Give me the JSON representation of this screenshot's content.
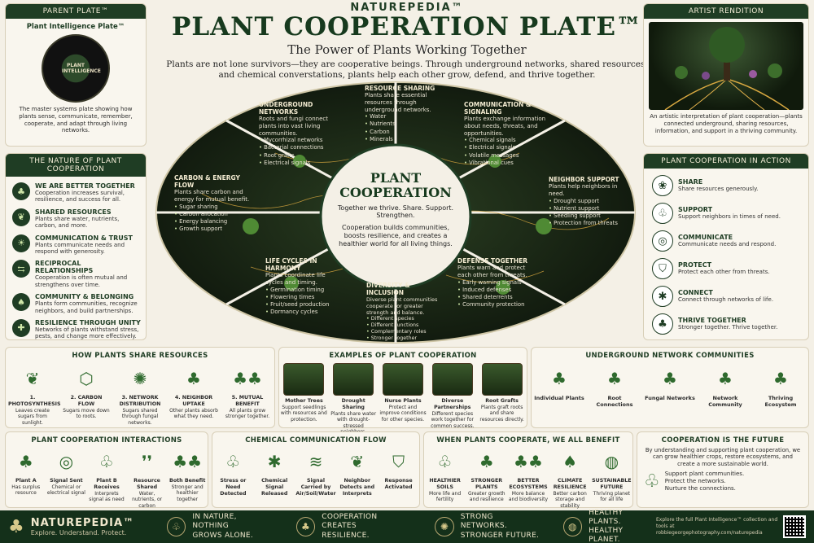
{
  "header": {
    "brand": "NATUREPEDIA™",
    "title": "PLANT COOPERATION PLATE™",
    "subtitle": "The Power of Plants Working Together",
    "intro": "Plants are not lone survivors—they are cooperative beings. Through underground networks, shared resources, and chemical converstations, plants help each other grow, defend, and thrive together."
  },
  "parent": {
    "header": "PARENT PLATE™",
    "title": "Plant Intelligence Plate™",
    "disk_label": "PLANT INTELLIGENCE",
    "desc": "The master systems plate showing how plants sense, communicate, remember, cooperate, and adapt through living networks."
  },
  "nature": {
    "header": "THE NATURE OF PLANT COOPERATION",
    "items": [
      {
        "icon": "handshake-icon",
        "glyph": "♣",
        "title": "WE ARE BETTER TOGETHER",
        "desc": "Cooperation increases survival, resilience, and success for all."
      },
      {
        "icon": "water-drop-icon",
        "glyph": "❦",
        "title": "SHARED RESOURCES",
        "desc": "Plants share water, nutrients, carbon, and more."
      },
      {
        "icon": "signal-icon",
        "glyph": "☀",
        "title": "COMMUNICATION & TRUST",
        "desc": "Plants communicate needs and respond with generosity."
      },
      {
        "icon": "exchange-icon",
        "glyph": "⇆",
        "title": "RECIPROCAL RELATIONSHIPS",
        "desc": "Cooperation is often mutual and strengthens over time."
      },
      {
        "icon": "community-icon",
        "glyph": "♠",
        "title": "COMMUNITY & BELONGING",
        "desc": "Plants form communities, recognize neighbors, and build partnerships."
      },
      {
        "icon": "shield-icon",
        "glyph": "✚",
        "title": "RESILIENCE THROUGH UNITY",
        "desc": "Networks of plants withstand stress, pests, and change more effectively."
      }
    ]
  },
  "artist": {
    "header": "ARTIST RENDITION",
    "desc": "An artistic interpretation of plant cooperation—plants connected underground, sharing resources, information, and support in a thriving community."
  },
  "action": {
    "header": "PLANT COOPERATION IN ACTION",
    "items": [
      {
        "icon": "share-icon",
        "glyph": "❀",
        "title": "SHARE",
        "desc": "Share resources generously."
      },
      {
        "icon": "support-icon",
        "glyph": "♧",
        "title": "SUPPORT",
        "desc": "Support neighbors in times of need."
      },
      {
        "icon": "communicate-icon",
        "glyph": "◎",
        "title": "COMMUNICATE",
        "desc": "Communicate needs and respond."
      },
      {
        "icon": "protect-icon",
        "glyph": "⛉",
        "title": "PROTECT",
        "desc": "Protect each other from threats."
      },
      {
        "icon": "connect-icon",
        "glyph": "✱",
        "title": "CONNECT",
        "desc": "Connect through networks of life."
      },
      {
        "icon": "thrive-icon",
        "glyph": "♣",
        "title": "THRIVE TOGETHER",
        "desc": "Stronger together. Thrive together."
      }
    ]
  },
  "center": {
    "title_line1": "PLANT",
    "title_line2": "COOPERATION",
    "tagline": "Together we thrive. Share. Support. Strengthen.",
    "desc": "Cooperation builds communities, boosts resilience, and creates a healthier world for all living things."
  },
  "segments": {
    "resource": {
      "title": "RESOURCE SHARING",
      "desc": "Plants share essential resources through underground networks.",
      "list": [
        "Water",
        "Nutrients",
        "Carbon",
        "Minerals"
      ]
    },
    "underground": {
      "title": "UNDERGROUND NETWORKS",
      "desc": "Roots and fungi connect plants into vast living communities.",
      "list": [
        "Mycorrhizal networks",
        "Bacterial connections",
        "Root grafts",
        "Electrical signals"
      ]
    },
    "communication": {
      "title": "COMMUNICATION & SIGNALING",
      "desc": "Plants exchange information about needs, threats, and opportunities.",
      "list": [
        "Chemical signals",
        "Electrical signals",
        "Volatile messages",
        "Vibrational cues"
      ]
    },
    "carbon": {
      "title": "CARBON & ENERGY FLOW",
      "desc": "Plants share carbon and energy for mutual benefit.",
      "list": [
        "Sugar sharing",
        "Carbon allocation",
        "Energy balancing",
        "Growth support"
      ]
    },
    "neighbor": {
      "title": "NEIGHBOR SUPPORT",
      "desc": "Plants help neighbors in need.",
      "list": [
        "Drought support",
        "Nutrient support",
        "Seedling support",
        "Protection from threats"
      ]
    },
    "lifecycles": {
      "title": "LIFE CYCLES IN HARMONY",
      "desc": "Plants coordinate life cycles and timing.",
      "list": [
        "Germination timing",
        "Flowering times",
        "Fruit/seed production",
        "Dormancy cycles"
      ]
    },
    "defense": {
      "title": "DEFENSE TOGETHER",
      "desc": "Plants warn and protect each other from threats.",
      "list": [
        "Early warning signals",
        "Induced defenses",
        "Shared deterrents",
        "Community protection"
      ]
    },
    "diversity": {
      "title": "DIVERSITY & INCLUSION",
      "desc": "Diverse plant communities cooperate for greater strength and balance.",
      "list": [
        "Different species",
        "Different functions",
        "Complementary roles",
        "Stronger together"
      ]
    }
  },
  "share": {
    "title": "HOW PLANTS SHARE RESOURCES",
    "steps": [
      {
        "icon": "leaf-icon",
        "glyph": "❦",
        "label": "1. PHOTOSYNTHESIS",
        "desc": "Leaves create sugars from sunlight."
      },
      {
        "icon": "carbon-flow-icon",
        "glyph": "⬡",
        "label": "2. CARBON FLOW",
        "desc": "Sugars move down to roots."
      },
      {
        "icon": "network-icon",
        "glyph": "✺",
        "label": "3. NETWORK DISTRIBUTION",
        "desc": "Sugars shared through fungal networks."
      },
      {
        "icon": "seedling-icon",
        "glyph": "♣",
        "label": "4. NEIGHBOR UPTAKE",
        "desc": "Other plants absorb what they need."
      },
      {
        "icon": "plants-icon",
        "glyph": "♣♣",
        "label": "5. MUTUAL BENEFIT",
        "desc": "All plants grow stronger together."
      }
    ]
  },
  "examples": {
    "title": "EXAMPLES OF PLANT COOPERATION",
    "items": [
      {
        "label": "Mother Trees",
        "desc": "Support seedlings with resources and protection."
      },
      {
        "label": "Drought Sharing",
        "desc": "Plants share water with drought-stressed neighbors."
      },
      {
        "label": "Nurse Plants",
        "desc": "Protect and improve conditions for other species."
      },
      {
        "label": "Diverse Partnerships",
        "desc": "Different species work together for common success."
      },
      {
        "label": "Root Grafts",
        "desc": "Plants graft roots and share resources directly."
      }
    ]
  },
  "underground_comm": {
    "title": "UNDERGROUND NETWORK COMMUNITIES",
    "steps": [
      "Individual Plants",
      "Root Connections",
      "Fungal Networks",
      "Network Community",
      "Thriving Ecosystem"
    ]
  },
  "interactions": {
    "title": "PLANT COOPERATION INTERACTIONS",
    "steps": [
      {
        "icon": "tree-roots-icon",
        "glyph": "♣",
        "label": "Plant A",
        "desc": "Has surplus resource"
      },
      {
        "icon": "signal-icon",
        "glyph": "◎",
        "label": "Signal Sent",
        "desc": "Chemical or electrical signal"
      },
      {
        "icon": "seedling-icon",
        "glyph": "♧",
        "label": "Plant B Receives",
        "desc": "Interprets signal as need"
      },
      {
        "icon": "droplets-icon",
        "glyph": "❜❜",
        "label": "Resource Shared",
        "desc": "Water, nutrients, or carbon"
      },
      {
        "icon": "plants-icon",
        "glyph": "♣♣",
        "label": "Both Benefit",
        "desc": "Stronger and healthier together"
      }
    ]
  },
  "chemical": {
    "title": "CHEMICAL COMMUNICATION FLOW",
    "steps": [
      {
        "icon": "plant-icon",
        "glyph": "♧",
        "label": "Stress or Need Detected"
      },
      {
        "icon": "molecule-icon",
        "glyph": "✱",
        "label": "Chemical Signal Released"
      },
      {
        "icon": "wind-icon",
        "glyph": "≋",
        "label": "Signal Carried by Air/Soil/Water"
      },
      {
        "icon": "leaf-icon",
        "glyph": "❦",
        "label": "Neighbor Detects and Interprets"
      },
      {
        "icon": "shield-icon",
        "glyph": "⛉",
        "label": "Response Activated"
      }
    ]
  },
  "benefit": {
    "title": "WHEN PLANTS COOPERATE, WE ALL BENEFIT",
    "steps": [
      {
        "icon": "soil-icon",
        "glyph": "♧",
        "label": "HEALTHIER SOILS",
        "desc": "More life and fertility"
      },
      {
        "icon": "sprout-icon",
        "glyph": "♣",
        "label": "STRONGER PLANTS",
        "desc": "Greater growth and resilience"
      },
      {
        "icon": "ecosystem-icon",
        "glyph": "♣♣",
        "label": "BETTER ECOSYSTEMS",
        "desc": "More balance and biodiversity"
      },
      {
        "icon": "tree-icon",
        "glyph": "♠",
        "label": "CLIMATE RESILIENCE",
        "desc": "Better carbon storage and stability"
      },
      {
        "icon": "globe-icon",
        "glyph": "◍",
        "label": "SUSTAINABLE FUTURE",
        "desc": "Thriving planet for all life"
      }
    ]
  },
  "future": {
    "title": "COOPERATION IS THE FUTURE",
    "desc": "By understanding and supporting plant cooperation, we can grow healthier crops, restore ecosystems, and create a more sustainable world.",
    "lines": [
      "Support plant communities.",
      "Protect the networks.",
      "Nurture the connections."
    ]
  },
  "footer": {
    "brand": "NATUREPEDIA™",
    "brand_tag": "Explore. Understand. Protect.",
    "items": [
      {
        "icon": "sprout-icon",
        "glyph": "♧",
        "line1": "IN NATURE, NOTHING",
        "line2": "GROWS ALONE."
      },
      {
        "icon": "tree-icon",
        "glyph": "♣",
        "line1": "COOPERATION CREATES",
        "line2": "RESILIENCE."
      },
      {
        "icon": "network-icon",
        "glyph": "✺",
        "line1": "STRONG NETWORKS.",
        "line2": "STRONGER FUTURE."
      },
      {
        "icon": "globe-icon",
        "glyph": "◍",
        "line1": "HEALTHY PLANTS.",
        "line2": "HEALTHY PLANET."
      }
    ],
    "cta": "Explore the full Plant Intelligence™ collection and tools at robbiegeorgephotography.com/naturepedia"
  }
}
